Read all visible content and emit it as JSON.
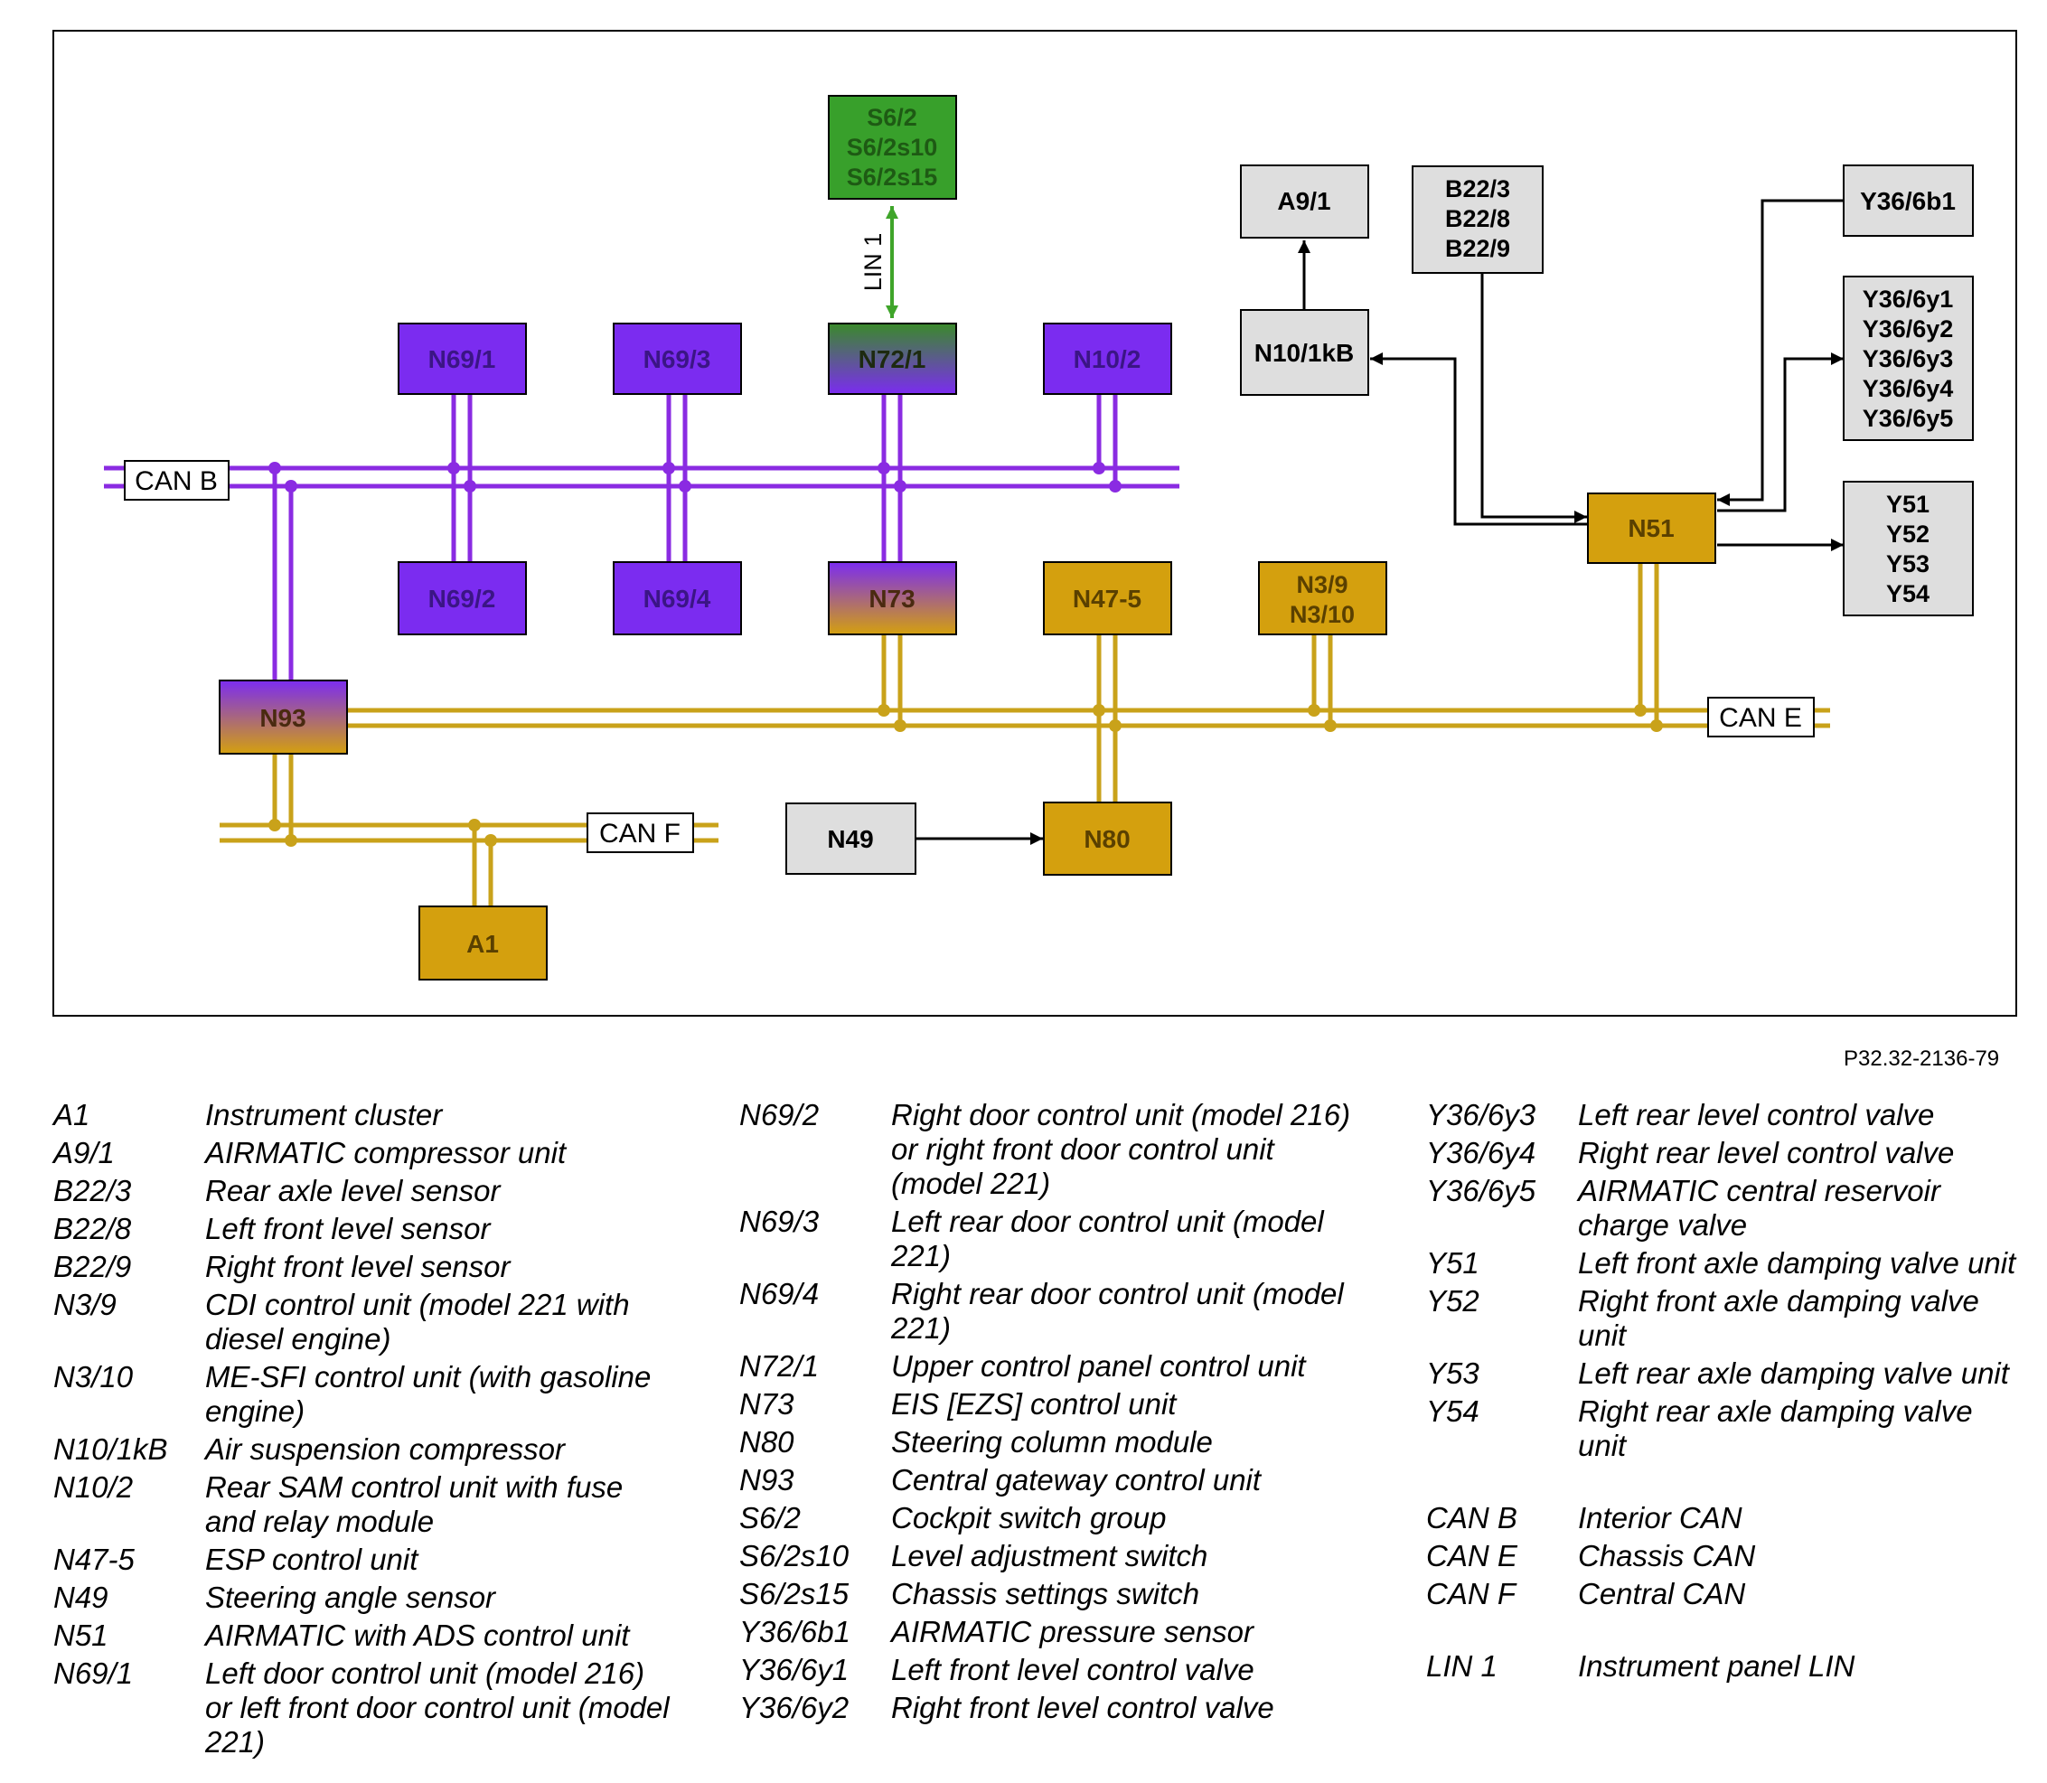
{
  "diagram": {
    "colors": {
      "can_b": "#8a2be2",
      "can_e_f": "#c9a21a",
      "lin": "#3fa52a",
      "purple_box": "#7b2cf0",
      "gold_box": "#d4a00e",
      "green_box": "#38a02b",
      "grey_box": "#dedede"
    },
    "boxes": {
      "s6_2": [
        "S6/2",
        "S6/2s10",
        "S6/2s15"
      ],
      "n69_1": "N69/1",
      "n69_3": "N69/3",
      "n72_1": "N72/1",
      "n10_2": "N10/2",
      "n69_2": "N69/2",
      "n69_4": "N69/4",
      "n73": "N73",
      "n47_5": "N47-5",
      "n3_9": [
        "N3/9",
        "N3/10"
      ],
      "n93": "N93",
      "a1": "A1",
      "n49": "N49",
      "n80": "N80",
      "a9_1": "A9/1",
      "b22": [
        "B22/3",
        "B22/8",
        "B22/9"
      ],
      "n10_1kb": "N10/1kB",
      "n51": "N51",
      "y36_6b1": "Y36/6b1",
      "y36_6y": [
        "Y36/6y1",
        "Y36/6y2",
        "Y36/6y3",
        "Y36/6y4",
        "Y36/6y5"
      ],
      "y5x": [
        "Y51",
        "Y52",
        "Y53",
        "Y54"
      ]
    },
    "bus_labels": {
      "can_b": "CAN B",
      "can_e": "CAN E",
      "can_f": "CAN F",
      "lin_1": "LIN 1"
    }
  },
  "figure_ref": "P32.32-2136-79",
  "legend": {
    "col1": [
      {
        "code": "A1",
        "desc": "Instrument cluster"
      },
      {
        "code": "A9/1",
        "desc": "AIRMATIC compressor unit"
      },
      {
        "code": "B22/3",
        "desc": "Rear axle level sensor"
      },
      {
        "code": "B22/8",
        "desc": "Left front level sensor"
      },
      {
        "code": "B22/9",
        "desc": "Right front level sensor"
      },
      {
        "code": "N3/9",
        "desc": "CDI control unit (model 221 with diesel engine)"
      },
      {
        "code": "N3/10",
        "desc": "ME-SFI control unit (with gasoline engine)"
      },
      {
        "code": "N10/1kB",
        "desc": "Air suspension compressor"
      },
      {
        "code": "N10/2",
        "desc": "Rear SAM control unit with fuse and relay module"
      },
      {
        "code": "N47-5",
        "desc": "ESP control unit"
      },
      {
        "code": "N49",
        "desc": "Steering angle sensor"
      },
      {
        "code": "N51",
        "desc": "AIRMATIC with ADS control unit"
      },
      {
        "code": "N69/1",
        "desc": "Left door control unit (model 216) or left front door control unit (model 221)"
      }
    ],
    "col2": [
      {
        "code": "N69/2",
        "desc": "Right door control unit (model 216) or right front door control unit (model 221)"
      },
      {
        "code": "N69/3",
        "desc": "Left rear door control unit (model 221)"
      },
      {
        "code": "N69/4",
        "desc": "Right rear door control unit (model 221)"
      },
      {
        "code": "N72/1",
        "desc": "Upper control panel control unit"
      },
      {
        "code": "N73",
        "desc": "EIS [EZS] control unit"
      },
      {
        "code": "N80",
        "desc": "Steering column module"
      },
      {
        "code": "N93",
        "desc": "Central gateway control unit"
      },
      {
        "code": "S6/2",
        "desc": "Cockpit switch group"
      },
      {
        "code": "S6/2s10",
        "desc": "Level adjustment switch"
      },
      {
        "code": "S6/2s15",
        "desc": "Chassis settings switch"
      },
      {
        "code": "Y36/6b1",
        "desc": "AIRMATIC pressure sensor"
      },
      {
        "code": "Y36/6y1",
        "desc": "Left front level control valve"
      },
      {
        "code": "Y36/6y2",
        "desc": "Right front level control valve"
      }
    ],
    "col3": [
      {
        "code": "Y36/6y3",
        "desc": "Left rear level control valve"
      },
      {
        "code": "Y36/6y4",
        "desc": "Right rear level control valve"
      },
      {
        "code": "Y36/6y5",
        "desc": "AIRMATIC central reservoir charge valve"
      },
      {
        "code": "Y51",
        "desc": "Left front axle damping valve unit"
      },
      {
        "code": "Y52",
        "desc": "Right front axle damping valve unit"
      },
      {
        "code": "Y53",
        "desc": "Left rear axle damping valve unit"
      },
      {
        "code": "Y54",
        "desc": "Right rear axle damping valve unit"
      }
    ],
    "col3_bus": [
      {
        "code": "CAN B",
        "desc": "Interior CAN"
      },
      {
        "code": "CAN E",
        "desc": "Chassis CAN"
      },
      {
        "code": "CAN F",
        "desc": "Central CAN"
      }
    ],
    "col3_lin": [
      {
        "code": "LIN 1",
        "desc": "Instrument panel LIN"
      }
    ]
  }
}
